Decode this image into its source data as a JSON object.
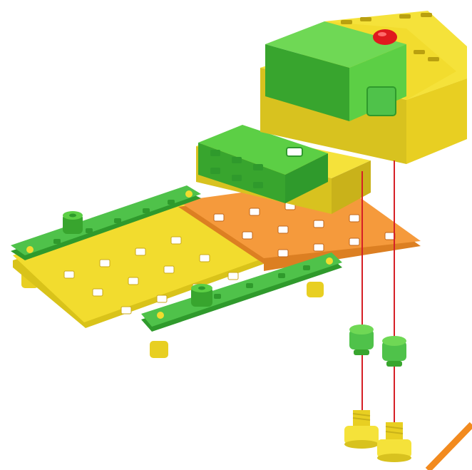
{
  "title": "",
  "colors": {
    "background": "#ffffff",
    "plate_yellow": "#f2dc2e",
    "plate_yellow_shade": "#d9c31a",
    "plate_orange": "#f59a3c",
    "plate_orange_shade": "#dc7f22",
    "strip_green": "#4fc24a",
    "strip_green_dark": "#2f9a2c",
    "block_green": "#5ccf45",
    "block_green_dark": "#38a52e",
    "housing_yellow": "#f5e23a",
    "housing_yellow_dark": "#d8c21f",
    "button_red": "#e0191e",
    "guide_line": "#d61f26",
    "corner_stroke": "#f28a1e"
  },
  "parts": {
    "base_plate_left": "yellow-plate",
    "base_plate_right": "orange-plate",
    "strip_back": "green-strip",
    "strip_front": "green-strip",
    "battery_box": "green-block",
    "motor_unit": "yellow-housing",
    "push_button": "red-button",
    "nut_left": "green-nut",
    "nut_right": "green-nut",
    "screw_left": "yellow-screw",
    "screw_right": "yellow-screw"
  }
}
